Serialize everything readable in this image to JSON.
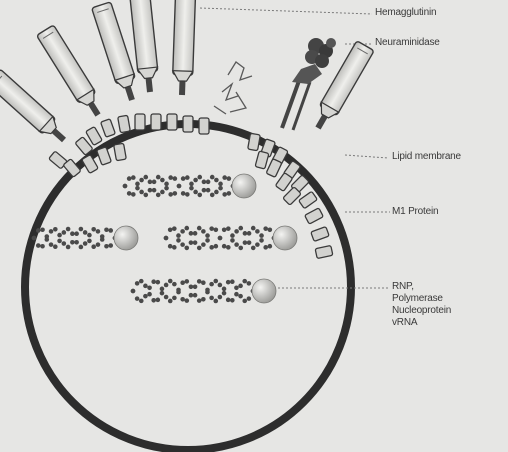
{
  "labels": {
    "hemagglutinin": "Hemagglutinin",
    "neuraminidase": "Neuraminidase",
    "lipid_membrane": "Lipid membrane",
    "m1_protein": "M1 Protein",
    "rnp": "RNP,\nPolymerase\nNucleoprotein\nvRNA"
  },
  "colors": {
    "background": "#e6e6e4",
    "membrane": "#2d2d2d",
    "spike_fill": "#d9d9d6",
    "dots": "#4a4a4a",
    "polymerase_ball": "#c9c9c6",
    "leader_line": "#7a7a7a"
  }
}
